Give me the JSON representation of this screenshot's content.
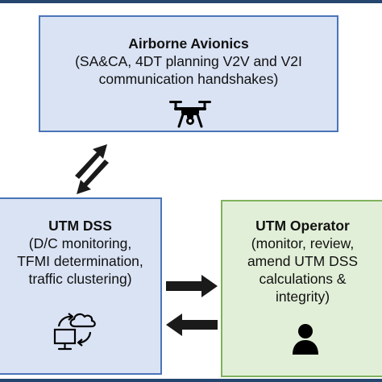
{
  "avionics": {
    "title": "Airborne Avionics",
    "lines": [
      "(SA&CA, 4DT planning V2V and V2I",
      "communication handshakes)"
    ],
    "icon": "drone-icon"
  },
  "dss": {
    "title": "UTM DSS",
    "lines": [
      "(D/C monitoring,",
      "TFMI determination,",
      "traffic clustering)"
    ],
    "icon": "computer-cloud-sync-icon"
  },
  "operator": {
    "title": "UTM Operator",
    "lines": [
      "(monitor, review,",
      "amend UTM DSS",
      "calculations &",
      "integrity)"
    ],
    "icon": "person-icon"
  },
  "colors": {
    "avionics_fill": "#dae3f4",
    "avionics_border": "#4a75b8",
    "dss_fill": "#dae3f4",
    "dss_border": "#4a75b8",
    "operator_fill": "#e2efd8",
    "operator_border": "#7fb15d",
    "arrow": "#1a1a1a",
    "frame": "#24466f"
  }
}
